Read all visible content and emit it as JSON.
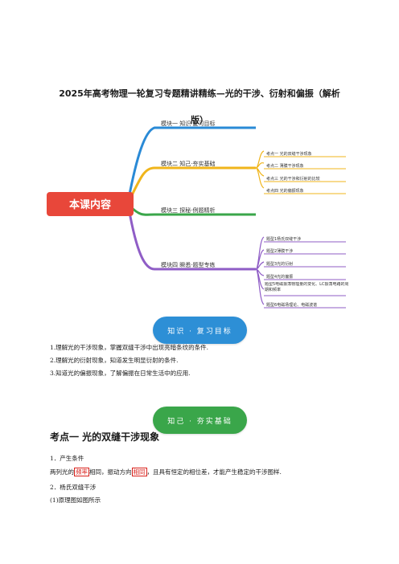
{
  "title": {
    "line1": "2025年高考物理一轮复习专题精讲精练—光的干涉、衍射和偏振（解析",
    "line2": "版）"
  },
  "mindmap": {
    "center": "本课内容",
    "branches": [
      {
        "label": "模块一  知识·复习目标",
        "color": "#2a8ad6"
      },
      {
        "label": "模块二  知己·夯实基础",
        "color": "#f0b51b"
      },
      {
        "label": "模块三  探秘·例题精析",
        "color": "#3aa64a"
      },
      {
        "label": "模块四  瞬悉·题型专练",
        "color": "#8f5dc6"
      }
    ],
    "sub_b2": [
      "考点一  光的双缝干涉现象",
      "考点二  薄膜干涉现象",
      "考点三  光的干涉和衍射的比较",
      "考点四  光的偏振现象"
    ],
    "sub_b4": [
      "题型1杨氏双缝干涉",
      "题型2薄膜干涉",
      "题型3光的衍射",
      "题型4光的偏振",
      "题型5电磁振荡物理量的变化、LC振荡电路的周期和频率",
      "题型6电磁场理论、电磁波谱"
    ]
  },
  "module_pills": {
    "review": "知识 · 复习目标",
    "basics": "知己 · 夯实基础"
  },
  "goals": [
    "1.理解光的干涉现象，掌握双缝干涉中出现亮暗条纹的条件.",
    "2.理解光的衍射现象，知道发生明显衍射的条件.",
    "3.知道光的偏振现象，了解偏振在日常生活中的应用."
  ],
  "section": {
    "heading": "考点一    光的双缝干涉现象",
    "item1_title": "1．产生条件",
    "item1_pre": "两列光的",
    "item1_hl1": "频率",
    "item1_mid": "相同，振动方向",
    "item1_hl2": "相同",
    "item1_post": "，且具有恒定的相位差，才能产生稳定的干涉图样.",
    "item2_title": "2．杨氏双缝干涉",
    "item2_sub": "(1)原理图如图所示"
  }
}
